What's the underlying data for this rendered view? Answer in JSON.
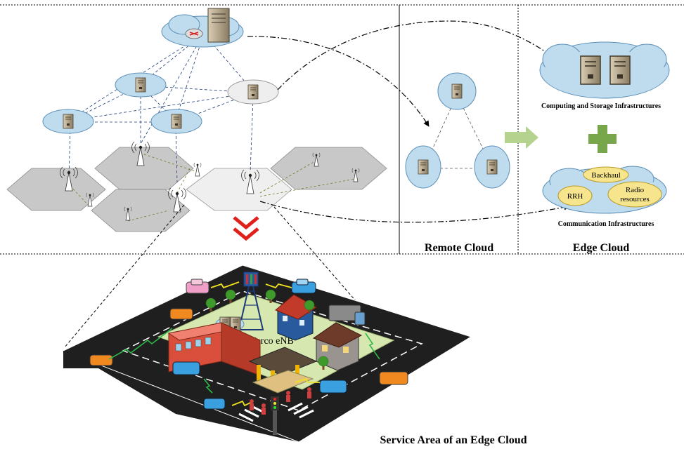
{
  "panels": {
    "remote_cloud": "Remote Cloud",
    "edge_cloud": "Edge Cloud",
    "service_area": "Service Area of an Edge Cloud"
  },
  "edge_cloud": {
    "computing_label": "Computing and Storage Infrastructures",
    "communication_label": "Communication Infrastructures",
    "resources": [
      "Backhaul",
      "RRH",
      "Radio resources"
    ]
  },
  "city": {
    "enb_label": "Marco eNB"
  },
  "colors": {
    "cloud_fill": "#bfdcef",
    "cloud_stroke": "#5b8fb8",
    "hex_gray": "#c8c8c8",
    "hex_light": "#efefef",
    "arrow_green": "#b5d28f",
    "plus_green": "#77a64b",
    "chevron_red": "#e0201b",
    "resource_fill": "#f6e58d"
  }
}
